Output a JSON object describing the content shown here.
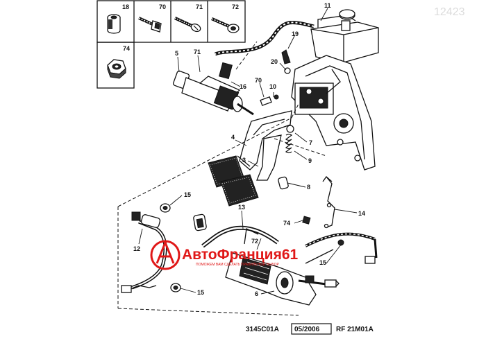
{
  "ref_number": "12423",
  "inset_boxes": [
    {
      "label": "18"
    },
    {
      "label": "70"
    },
    {
      "label": "71"
    },
    {
      "label": "72"
    },
    {
      "label": "74"
    }
  ],
  "callouts": [
    {
      "label": "11"
    },
    {
      "label": "19"
    },
    {
      "label": "20"
    },
    {
      "label": "5"
    },
    {
      "label": "71"
    },
    {
      "label": "16"
    },
    {
      "label": "70"
    },
    {
      "label": "10"
    },
    {
      "label": "4"
    },
    {
      "label": "7"
    },
    {
      "label": "3"
    },
    {
      "label": "9"
    },
    {
      "label": "8"
    },
    {
      "label": "15"
    },
    {
      "label": "13"
    },
    {
      "label": "14"
    },
    {
      "label": "74"
    },
    {
      "label": "12"
    },
    {
      "label": "72"
    },
    {
      "label": "15"
    },
    {
      "label": "15"
    },
    {
      "label": "6"
    }
  ],
  "watermark": {
    "brand_prefix": "Авто",
    "brand_main": "Франция",
    "brand_suffix": "61",
    "tagline": "ПОМОЖЕМ ВАМ СДЕЛАТЬ ПРАВИЛЬНЫЙ ВЫБОР"
  },
  "footer": {
    "code": "3145C01A",
    "date": "05/2006",
    "rf": "RF 21M01A"
  },
  "colors": {
    "ink": "#111111",
    "watermark": "#e01818",
    "ref": "#dcdcdc"
  }
}
